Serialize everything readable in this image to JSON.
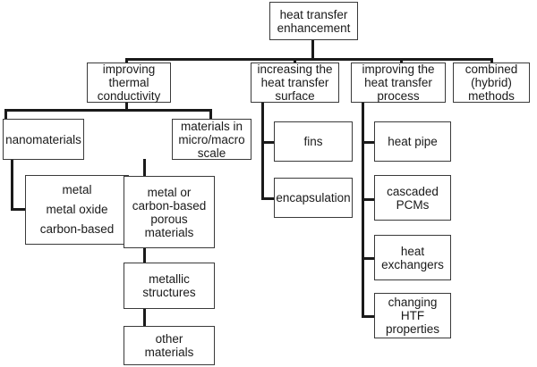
{
  "root": "heat transfer\nenhancement",
  "categories": {
    "thermal": "improving\nthermal\nconductivity",
    "surface": "increasing the\nheat transfer\nsurface",
    "process": "improving the\nheat transfer\nprocess",
    "combined": "combined\n(hybrid)\nmethods"
  },
  "thermal_children": {
    "nanomaterials": "nanomaterials",
    "micro_macro": "materials in\nmicro/macro\nscale"
  },
  "nanomaterial_types": [
    "metal",
    "metal oxide",
    "carbon-based"
  ],
  "micro_macro_items": {
    "porous": "metal or\ncarbon-based\nporous\nmaterials",
    "metallic": "metallic\nstructures",
    "other": "other\nmaterials"
  },
  "surface_items": {
    "fins": "fins",
    "encapsulation": "encapsulation"
  },
  "process_items": {
    "heat_pipe": "heat pipe",
    "cascaded": "cascaded\nPCMs",
    "exchangers": "heat\nexchangers",
    "htf": "changing HTF\nproperties"
  }
}
